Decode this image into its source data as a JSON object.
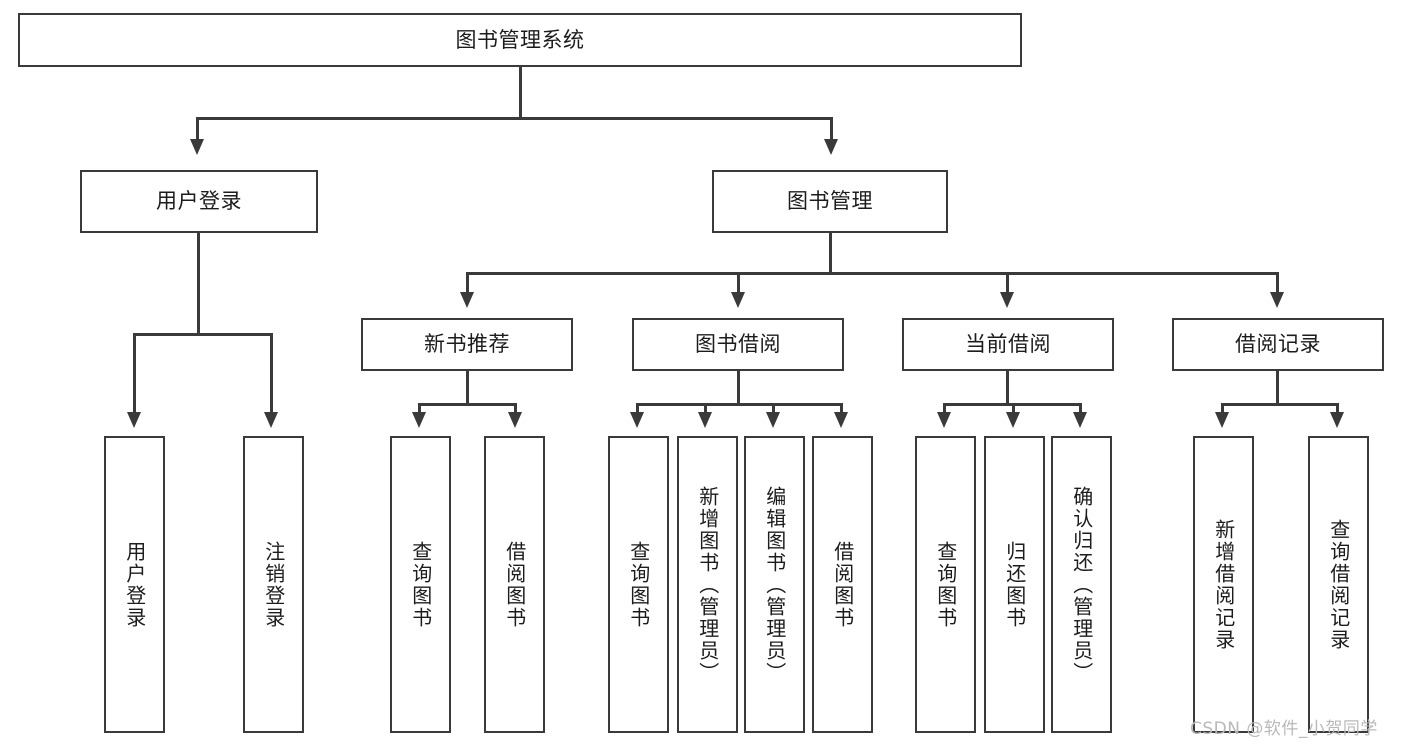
{
  "diagram": {
    "title": "图书管理系统",
    "type": "hierarchy-tree",
    "root": {
      "label": "图书管理系统"
    },
    "level2": [
      {
        "label": "用户登录"
      },
      {
        "label": "图书管理"
      }
    ],
    "level3": [
      {
        "label": "新书推荐"
      },
      {
        "label": "图书借阅"
      },
      {
        "label": "当前借阅"
      },
      {
        "label": "借阅记录"
      }
    ],
    "leaves": {
      "user_login": [
        {
          "label": "用户登录"
        },
        {
          "label": "注销登录"
        }
      ],
      "new_book_recommend": [
        {
          "label": "查询图书"
        },
        {
          "label": "借阅图书"
        }
      ],
      "book_borrow": [
        {
          "label": "查询图书"
        },
        {
          "label": "新增图书（管理员）"
        },
        {
          "label": "编辑图书（管理员）"
        },
        {
          "label": "借阅图书"
        }
      ],
      "current_borrow": [
        {
          "label": "查询图书"
        },
        {
          "label": "归还图书"
        },
        {
          "label": "确认归还（管理员）"
        }
      ],
      "borrow_record": [
        {
          "label": "新增借阅记录"
        },
        {
          "label": "查询借阅记录"
        }
      ]
    }
  },
  "watermark": {
    "text": "CSDN @软件_小贺同学"
  },
  "colors": {
    "stroke": "#3a3a3a",
    "background": "#ffffff",
    "text": "#1c1c1c",
    "watermark": "#b9b9b9"
  }
}
